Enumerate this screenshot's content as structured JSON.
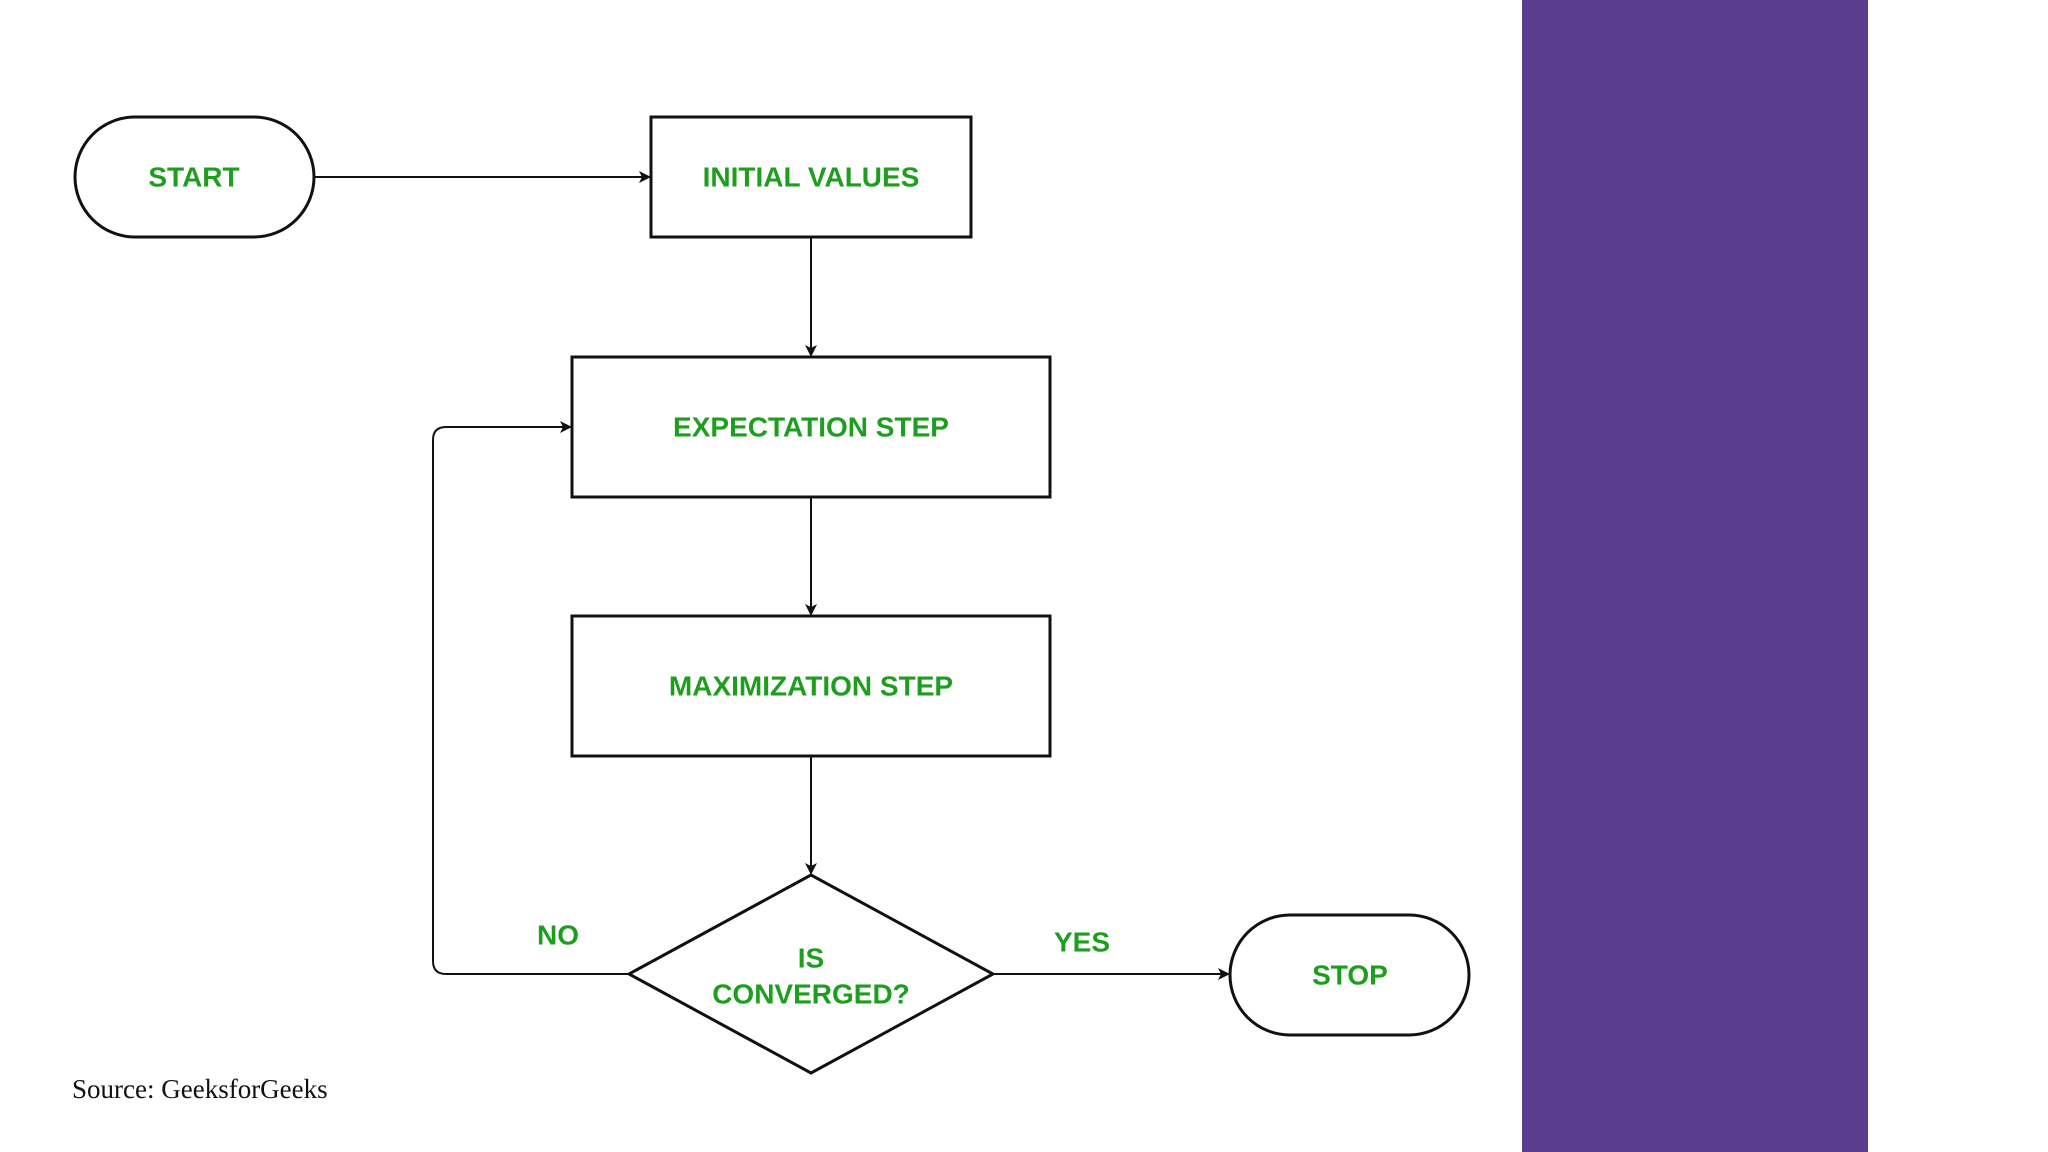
{
  "diagram": {
    "nodes": {
      "start": "START",
      "initial_values": "INITIAL VALUES",
      "expectation": "EXPECTATION STEP",
      "maximization": "MAXIMIZATION STEP",
      "decision_line1": "IS",
      "decision_line2": "CONVERGED?",
      "stop": "STOP"
    },
    "edges": {
      "no": "NO",
      "yes": "YES"
    }
  },
  "source": "Source: GeeksforGeeks",
  "colors": {
    "label_green": "#1e9e1e",
    "stroke": "#111111",
    "panel_purple": "#5b3d8e",
    "background": "#ffffff"
  }
}
